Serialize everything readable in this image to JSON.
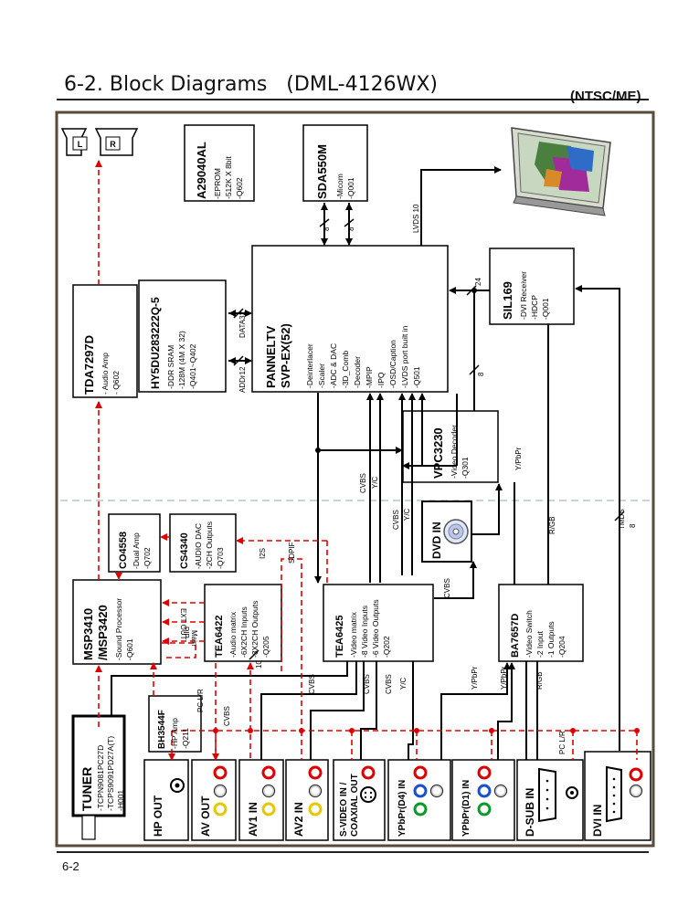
{
  "header": {
    "title": "6-2. Block Diagrams   (DML-4126WX)",
    "variant": "(NTSC/ME)"
  },
  "footer": {
    "page_number": "6-2"
  },
  "speakers": {
    "left": "L",
    "right": "R"
  },
  "blocks": {
    "eprom": {
      "name": "A29040AL",
      "lines": [
        "-EPROM",
        "-512K X 8bit",
        "-Q602"
      ]
    },
    "micom": {
      "name": "SDA550M",
      "lines": [
        "-Micom",
        "-Q001"
      ]
    },
    "scaler": {
      "name1": "PANNELTV",
      "name2": "SVP-EX(52)",
      "lines": [
        "-Deinterlacer",
        "-Scaler",
        "-ADC & DAC",
        "-3D_Comb",
        "-Decoder",
        "-MPIP",
        "-IPQ",
        "-OSD/Caption",
        "-LVDS port built in",
        "-Q501"
      ]
    },
    "ddr": {
      "name": "HY5DU283222Q-5",
      "lines": [
        "-DDR SRAM",
        "-128M (4M X 32)",
        "-Q401~Q402"
      ]
    },
    "audio_amp": {
      "name": "TDA7297D",
      "lines": [
        "- Audio Amp",
        "- Q602"
      ]
    },
    "dvi_rx": {
      "name": "SIL169",
      "lines": [
        "-DVI Receiver",
        "-HDCP",
        "-Q001"
      ]
    },
    "vdec": {
      "name": "VPC3230",
      "lines": [
        "-Video Decoder",
        "-Q301"
      ]
    },
    "dual_amp": {
      "name": "CO4558",
      "lines": [
        "-Dual Amp",
        "-Q702"
      ]
    },
    "audio_dac": {
      "name": "CS4340",
      "lines": [
        "-AUDIO DAC",
        "-2CH Outputs",
        "-Q703"
      ]
    },
    "sound": {
      "name1": "MSP3410",
      "name2": "/MSP3420",
      "lines": [
        "-Sound Processor",
        "-Q601"
      ]
    },
    "audio_mtx": {
      "name": "TEA6422",
      "lines": [
        "-Audio matrix",
        "-6X2CH Inputs",
        "-3X2CH Outputs",
        "-Q205"
      ]
    },
    "video_mtx": {
      "name": "TEA6425",
      "lines": [
        "-Video matrix",
        "-8 Video Inputs",
        "-6 Video Outputs",
        "-Q202"
      ]
    },
    "video_sw": {
      "name": "BA7657D",
      "lines": [
        "-Video Switch",
        "-2 Input",
        "-1 Outputs",
        "-Q204"
      ]
    },
    "hp_amp": {
      "name": "BH3544F",
      "lines": [
        "-HP Amp",
        "-Q211"
      ]
    },
    "tuner": {
      "name": "TUNER",
      "lines": [
        "-TCPN9081PC27D",
        "-TCPS9091PD27A(T)",
        "-H001"
      ]
    },
    "dvd": {
      "name": "DVD IN"
    }
  },
  "connectors": [
    "HP OUT",
    "AV OUT",
    "AV1 IN",
    "AV2 IN",
    "S-VIDEO IN /",
    "COAXIAL OUT",
    "YPbPr(D4) IN",
    "YPbPr(D1) IN",
    "D-SUB IN",
    "DVI IN"
  ],
  "signals": {
    "lvds": "LVDS 10",
    "bus8": "8",
    "bus24": "24",
    "data32": "DATA32",
    "addr12": "ADDr12",
    "cvbs": "CVBS",
    "yc": "Y/C",
    "ypbpr": "Y/PbPr",
    "rgb": "R/GB",
    "rgb2": "R/GB",
    "tmds": "TMDS",
    "i2s": "I2S",
    "spdif": "SDPIF",
    "ext_out": "EXT OUT",
    "pip": "PIP",
    "main": "Main",
    "ten": "10",
    "pclr": "PC L/R"
  }
}
